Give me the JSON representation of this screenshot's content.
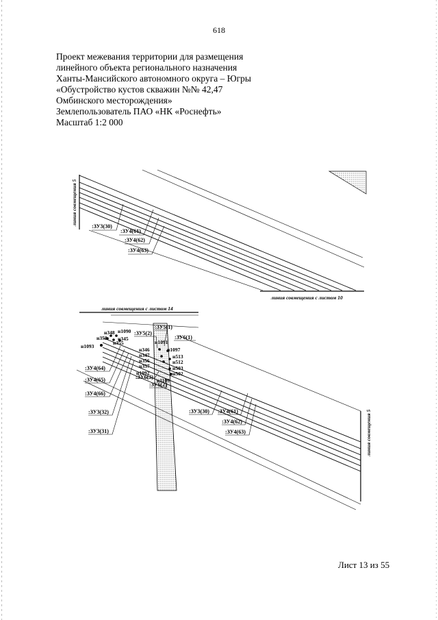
{
  "page_number": "618",
  "header": {
    "lines": [
      "Проект межевания территории для размещения",
      "линейного объекта регионального назначения",
      "Ханты-Мансийского автономного округа – Югры",
      "«Обустройство кустов скважин №№ 42,47",
      "Омбинского месторождения»",
      "Землепользователь ПАО «НК «Роснефть»",
      "Масштаб 1:2 000"
    ]
  },
  "map_top": {
    "line_left": "линия совмещения 5",
    "line_bottom": "линия совмещения с листом 10",
    "labels": [
      ":ЗУ3(30)",
      ":ЗУ4(61)",
      ":ЗУ4(62)",
      ":ЗУ4(63)"
    ]
  },
  "map_bottom": {
    "line_top": "линия совмещения с листом 14",
    "line_right": "линия совмещения 5",
    "parcels": [
      ":ЗУ5(1)",
      ":ЗУ5(2)",
      ":ЗУ6(1)",
      ":ЗУ4(64)",
      ":ЗУ4(65)",
      ":ЗУ4(66)",
      ":ЗУ3(32)",
      ":ЗУ3(31)",
      ":ЗУ6(3)",
      ":ЗУ6(2)",
      ":ЗУ3(30)",
      ":ЗУ4(61)",
      ":ЗУ4(62)",
      ":ЗУ4(63)"
    ],
    "points": [
      "н348",
      "н1090",
      "н358",
      "н345",
      "н1093",
      "н355",
      "н1091",
      "н346",
      "н1097",
      "н347",
      "н513",
      "н356",
      "н512",
      "н357",
      "н503",
      "н1092",
      "н502",
      "н1109"
    ]
  },
  "footer": {
    "sheet": "Лист 13 из 55"
  }
}
